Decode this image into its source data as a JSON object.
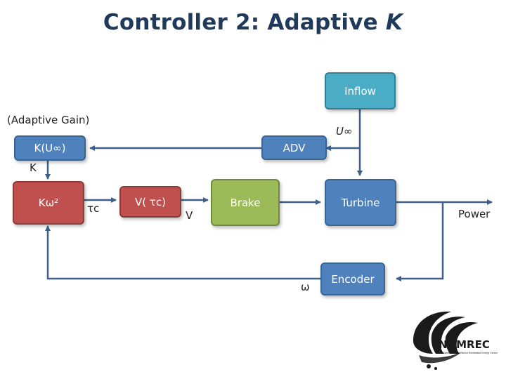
{
  "title": {
    "main": "Controller 2: Adaptive ",
    "emph": "K"
  },
  "blocks": {
    "inflow": "Inflow",
    "adv": "ADV",
    "k_of_u": "K(U∞)",
    "k_omega2": "Kω²",
    "v_tau": "V( τc)",
    "brake": "Brake",
    "turbine": "Turbine",
    "encoder": "Encoder"
  },
  "signals": {
    "adaptive_gain": "(Adaptive Gain)",
    "u_inf": "U∞",
    "k": "K",
    "tau_c": "τc",
    "v": "V",
    "omega": "ω",
    "power": "Power"
  },
  "logo": {
    "name": "NNMREC",
    "subtitle": "Northwest National Marine Renewable Energy Center"
  },
  "colors": {
    "blue_block": "#4f81bd",
    "blue_border": "#3a6491",
    "red_block": "#c0504d",
    "red_border": "#8c3a37",
    "green_block": "#9bbb59",
    "green_border": "#71893f",
    "teal_block": "#4bacc6",
    "teal_border": "#357d90",
    "wire": "#3d5f8a"
  }
}
